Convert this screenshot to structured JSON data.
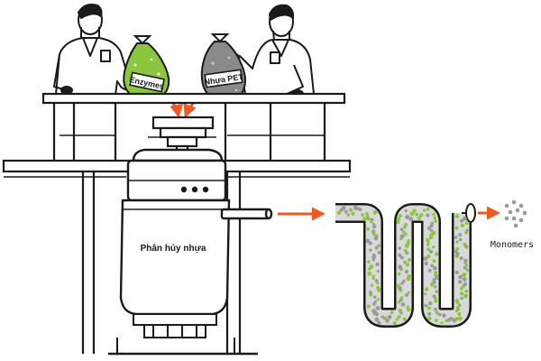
{
  "labels": {
    "enzymes_bag": "Enzymes",
    "pet_bag": "Nhựa PET",
    "reactor": "Phân hủy nhựa",
    "output": "Monomers"
  },
  "icons": {
    "left_person": "scientist-figure",
    "right_person": "scientist-figure",
    "arrow": "arrow-right-icon"
  },
  "colors": {
    "ink": "#1a1a1a",
    "enzyme_green": "#8cc63f",
    "pet_gray": "#8a8a8a",
    "accent_orange": "#ee5a24",
    "tube_fill": "#d9d9d9",
    "dot_gray": "#9a9a9a"
  }
}
